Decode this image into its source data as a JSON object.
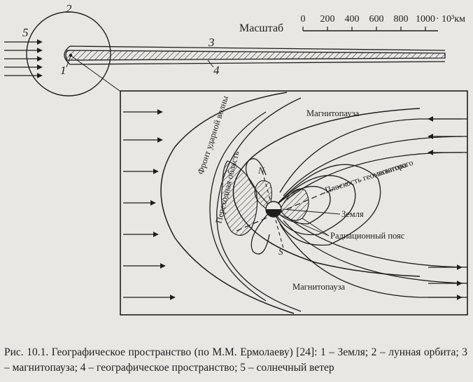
{
  "figure": {
    "labels": {
      "n1": "1",
      "n2": "2",
      "n3": "3",
      "n4": "4",
      "n5": "5"
    },
    "scale": {
      "title": "Масштаб",
      "ticks": [
        "0",
        "200",
        "400",
        "600",
        "800",
        "1000"
      ],
      "unit": "· 10³км"
    },
    "inset": {
      "magnetopause_top": "Магнитопауза",
      "magnetopause_bottom": "Магнитопауза",
      "shock_front": "Фронт ударной волны",
      "transition_region": "Переходная область",
      "equator_plane_line1": "Плоскость геомагнитного",
      "equator_plane_line2": "экватора",
      "earth": "Земля",
      "radiation_belt": "Радиационный пояс",
      "north": "N",
      "south": "S"
    }
  },
  "caption": {
    "text": "Рис. 10.1. Географическое пространство (по М.М. Ермолаеву) [24]: 1 – Земля; 2 – лунная орбита; 3 – магнитопауза; 4 – географическое пространство; 5 – солнечный ветер"
  }
}
